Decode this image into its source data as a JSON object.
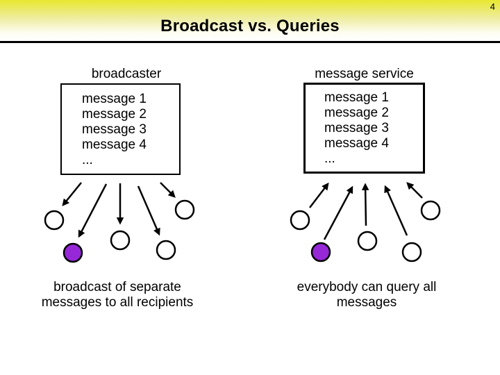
{
  "slide": {
    "page_number": "4",
    "title": "Broadcast vs. Queries"
  },
  "colors": {
    "header_gradient_top": "#e8e730",
    "header_gradient_bottom": "#ffffff",
    "divider_black": "#000000",
    "node_purple": "#9628d7",
    "node_white": "#ffffff",
    "arrow_black": "#000000"
  },
  "left_panel": {
    "label": "broadcaster",
    "box_lines": [
      "message 1",
      "message 2",
      "message 3",
      "message 4",
      "..."
    ],
    "arrows_point": "down",
    "caption_lines": [
      "broadcast of separate",
      "messages to all recipients"
    ]
  },
  "right_panel": {
    "label": "message service",
    "box_lines": [
      "message 1",
      "message 2",
      "message 3",
      "message 4",
      "..."
    ],
    "arrows_point": "up",
    "caption_lines": [
      "everybody can query all",
      "messages"
    ]
  }
}
